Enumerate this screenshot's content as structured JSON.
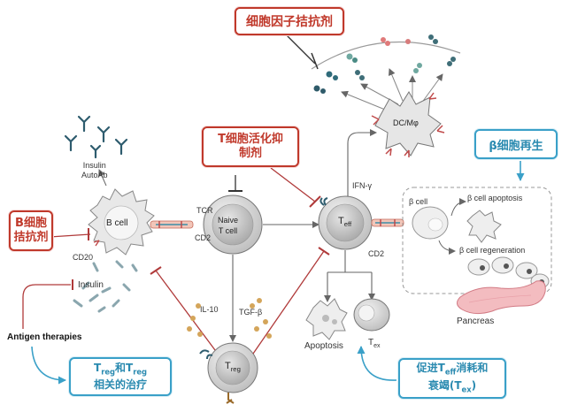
{
  "labels": {
    "cytokine_antagonist": "细胞因子拮抗剂",
    "t_activation_inhibitor_line1": "T细胞活化抑",
    "t_activation_inhibitor_line2": "制剂",
    "b_antagonist_line1": "B细胞",
    "b_antagonist_line2": "拮抗剂",
    "beta_regeneration": "β细胞再生",
    "treg_therapy_line1_a": "T",
    "treg_therapy_line1_sub1": "reg",
    "treg_therapy_line1_b": "和T",
    "treg_therapy_line1_sub2": "reg",
    "treg_therapy_line2": "相关的治疗",
    "teff_exhaust_line1_a": "促进T",
    "teff_exhaust_line1_sub": "eff",
    "teff_exhaust_line1_b": "消耗和",
    "teff_exhaust_line2_a": "衰竭(T",
    "teff_exhaust_line2_sub": "ex",
    "teff_exhaust_line2_b": ")"
  },
  "diagram": {
    "insulin_autoab_line1": "Insulin",
    "insulin_autoab_line2": "AutoAb",
    "b_cell": "B cell",
    "cd20": "CD20",
    "insulin": "Insulin",
    "antigen_therapies": "Antigen therapies",
    "tcr": "TCR",
    "cd2_left": "CD2",
    "naive_t_line1": "Naive",
    "naive_t_line2": "T cell",
    "il10": "IL-10",
    "tgfb": "TGF-β",
    "treg_main": "T",
    "treg_sub": "reg",
    "teff_main": "T",
    "teff_sub": "eff",
    "ifn": "IFN-γ",
    "cd2_right": "CD2",
    "dc_mphi": "DC/Mφ",
    "apoptosis": "Apoptosis",
    "tex_main": "T",
    "tex_sub": "ex",
    "beta_cell": "β cell",
    "beta_apoptosis": "β cell apoptosis",
    "beta_regen": "β cell regeneration",
    "pancreas": "Pancreas"
  },
  "colors": {
    "red": "#c0392b",
    "blue": "#3aa0c8",
    "cell_gray": "#d9d9d9",
    "arrow": "#666666"
  }
}
